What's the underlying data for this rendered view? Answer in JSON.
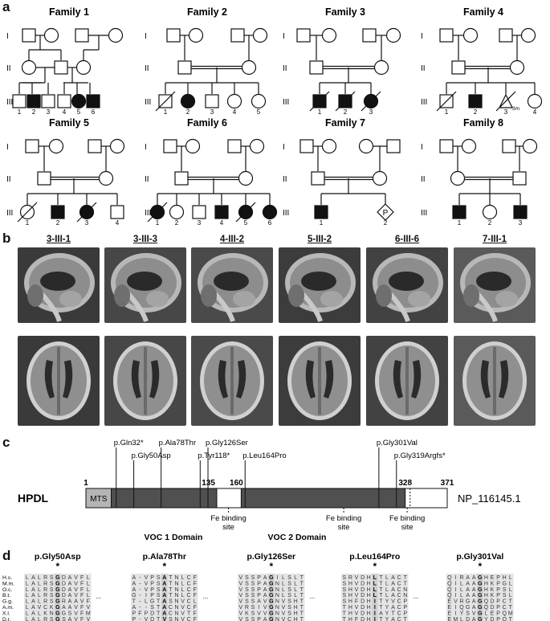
{
  "panel_a": {
    "letter": "a",
    "families": [
      {
        "title": "Family 1",
        "gens": [
          "I",
          "II",
          "III"
        ],
        "numbers": [
          "1",
          "2",
          "3",
          "4",
          "5",
          "6"
        ]
      },
      {
        "title": "Family 2",
        "gens": [
          "I",
          "II",
          "III"
        ],
        "numbers": [
          "1",
          "2",
          "3",
          "4",
          "5"
        ]
      },
      {
        "title": "Family 3",
        "gens": [
          "I",
          "II",
          "III"
        ],
        "numbers": [
          "1",
          "2",
          "3"
        ]
      },
      {
        "title": "Family 4",
        "gens": [
          "I",
          "II",
          "III"
        ],
        "numbers": [
          "1",
          "2",
          "3",
          "4"
        ],
        "note": "3m"
      },
      {
        "title": "Family 5",
        "gens": [
          "I",
          "II",
          "III"
        ],
        "numbers": [
          "1",
          "2",
          "3",
          "4"
        ]
      },
      {
        "title": "Family 6",
        "gens": [
          "I",
          "II",
          "III"
        ],
        "numbers": [
          "1",
          "2",
          "3",
          "4",
          "5",
          "6"
        ]
      },
      {
        "title": "Family 7",
        "gens": [
          "I",
          "II",
          "III"
        ],
        "numbers": [
          "1",
          "2"
        ],
        "pregnancy": "P"
      },
      {
        "title": "Family 8",
        "gens": [
          "I",
          "II",
          "III"
        ],
        "numbers": [
          "1",
          "2",
          "3"
        ]
      }
    ]
  },
  "panel_b": {
    "letter": "b",
    "patients": [
      "3-III-1",
      "3-III-3",
      "4-III-2",
      "5-III-2",
      "6-III-6",
      "7-III-1"
    ]
  },
  "panel_c": {
    "letter": "c",
    "protein": "HPDL",
    "accession": "NP_116145.1",
    "mts": "MTS",
    "pos_start": "1",
    "pos_135": "135",
    "pos_160": "160",
    "pos_328": "328",
    "pos_371": "371",
    "mutations": [
      "p.Gln32*",
      "p.Gly50Asp",
      "p.Ala78Thr",
      "p.Tyr118*",
      "p.Gly126Ser",
      "p.Leu164Pro",
      "p.Gly301Val",
      "p.Gly319Argfs*"
    ],
    "fe_site": "Fe binding\nsite",
    "domain1": "VOC 1 Domain",
    "domain2": "VOC 2 Domain"
  },
  "panel_d": {
    "letter": "d",
    "species": [
      "H.s.",
      "M.m.",
      "O.c.",
      "B.t.",
      "G.g.",
      "A.m.",
      "X.l.",
      "D.r."
    ],
    "blocks": [
      {
        "title": "p.Gly50Asp",
        "star_col": 5,
        "rows": [
          "LALRSGDAVFL",
          "LALRSGDAVFL",
          "LALRSGDAVFL",
          "LALRSGDAVFL",
          "LALRSGRAAVFV",
          "LAVCKGAAVFV",
          "LALKNGGSVFM",
          "LALRSGSAVFV"
        ]
      },
      {
        "title": "p.Ala78Thr",
        "star_col": 5,
        "rows": [
          "A-VPSATNLCF",
          "A-VPSATNLCF",
          "A-VPSATNLCF",
          "G-IPSATNLCF",
          "T-LGTASNVCL",
          "A--STACNVCF",
          "PFPDTACNVTF",
          "P-VDTVSNVCF"
        ]
      },
      {
        "title": "p.Gly126Ser",
        "star_col": 5,
        "rows": [
          "VSSPAGILSLT",
          "VSSPAGNLSLT",
          "VSSPAGNLSLT",
          "VSSPAGNLSLT",
          "VSSAVGNVSHT",
          "VRSIVGNVSHT",
          "VKSVVGNVSHT",
          "VSSPAGNVCHT"
        ]
      },
      {
        "title": "p.Leu164Pro",
        "star_col": 5,
        "rows": [
          "SRVDHLTLACT",
          "SHVDHLTLACT",
          "SHVDHLTLACN",
          "SHVDHLTLACN",
          "SHFDHITYVCP",
          "THVDHITYACP",
          "THVDHIAYTCP",
          "THFDHITYACT"
        ]
      },
      {
        "title": "p.Gly301Val",
        "star_col": 5,
        "rows": [
          "QIRAAGHEPHL",
          "QILAAGHKPGL",
          "QILAAGHKPSL",
          "QILAAGHKPSL",
          "EVRGAGQDPCT",
          "EIQGAGQDPCT",
          "EIYSVGLEPQM",
          "EMLDAGYDPQT"
        ]
      }
    ]
  }
}
